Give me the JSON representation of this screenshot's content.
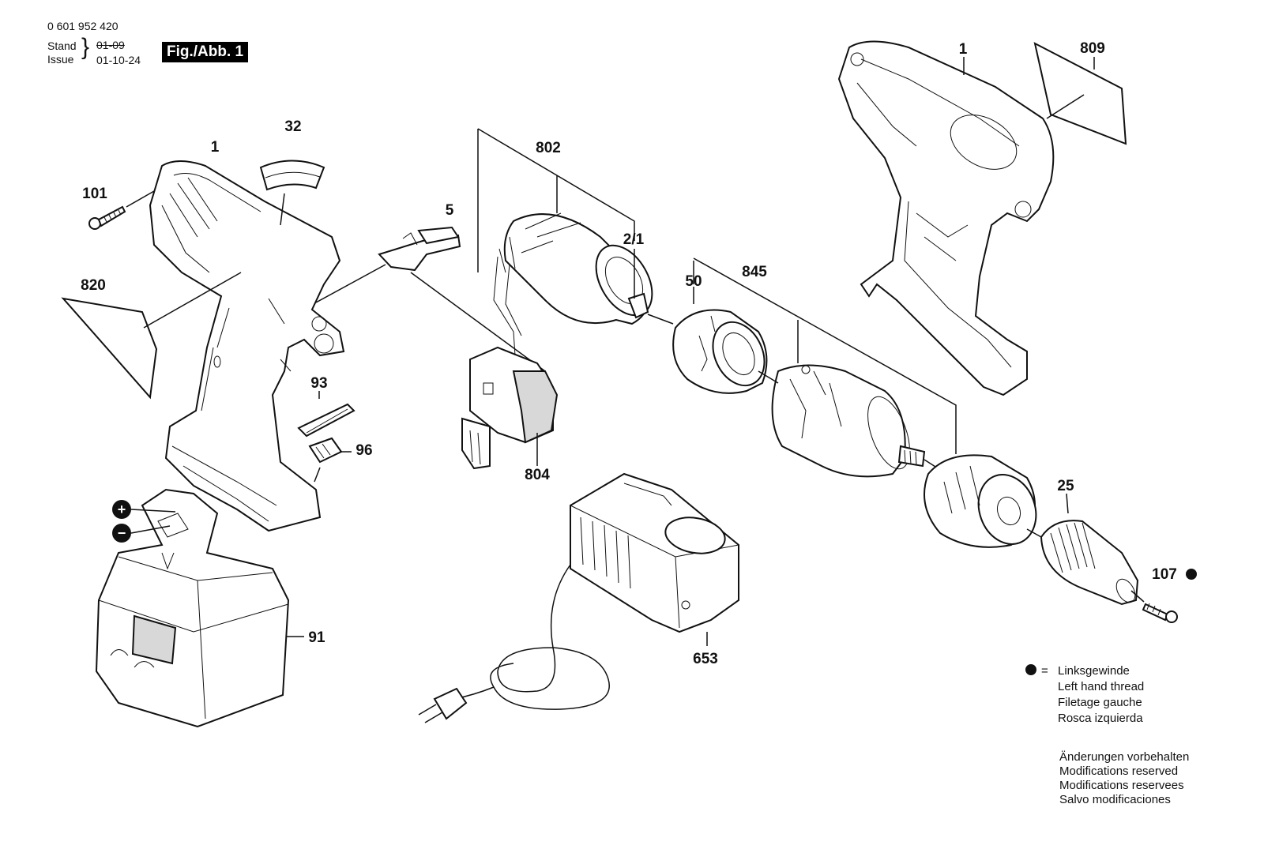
{
  "header": {
    "document_number": "0 601 952 420",
    "stand_label": "Stand",
    "stand_value": "01-09",
    "issue_label": "Issue",
    "issue_value": "01-10-24",
    "figure_title": "Fig./Abb. 1"
  },
  "callouts": {
    "p1_left": "1",
    "p1_right": "1",
    "p32": "32",
    "p101": "101",
    "p820": "820",
    "p5": "5",
    "p802": "802",
    "p2_1": "2/1",
    "p845": "845",
    "p50": "50",
    "p809": "809",
    "p93": "93",
    "p96": "96",
    "p804": "804",
    "p25": "25",
    "p107": "107",
    "p91": "91",
    "p653": "653"
  },
  "legend": {
    "symbol_equals": "=",
    "lines": [
      "Linksgewinde",
      "Left hand thread",
      "Filetage gauche",
      "Rosca izquierda"
    ]
  },
  "notice": {
    "lines": [
      "Änderungen vorbehalten",
      "Modifications reserved",
      "Modifications reservees",
      "Salvo modificaciones"
    ]
  },
  "colors": {
    "ink": "#111111",
    "title_background": "#000000",
    "title_text": "#ffffff"
  }
}
